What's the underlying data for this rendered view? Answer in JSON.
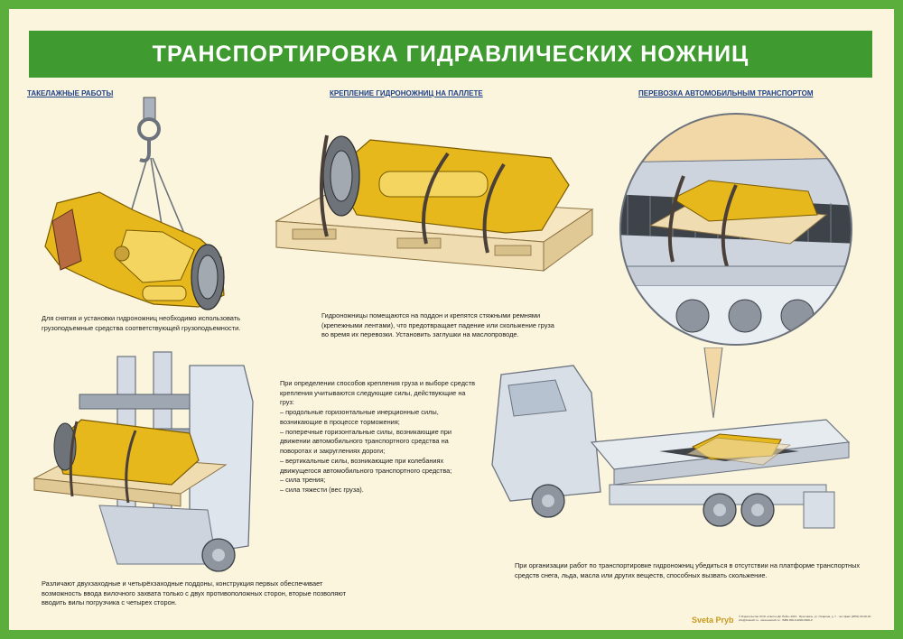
{
  "title": "ТРАНСПОРТИРОВКА ГИДРАВЛИЧЕСКИХ НОЖНИЦ",
  "sections": {
    "rigging": "ТАКЕЛАЖНЫЕ РАБОТЫ",
    "pallet": "КРЕПЛЕНИЕ ГИДРОНОЖНИЦ НА ПАЛЛЕТЕ",
    "truck": "ПЕРЕВОЗКА АВТОМОБИЛЬНЫМ ТРАНСПОРТОМ"
  },
  "texts": {
    "rigging": "Для снятия и установки гидроножниц необходимо использовать грузоподъемные средства соответствующей грузоподъемности.",
    "pallet": "Гидроножницы помещаются на поддон и крепятся стяжными ремнями (крепежными лентами), что предотвращает падение или скольжение груза во время их перевозки. Установить заглушки на маслопроводе.",
    "forces": {
      "intro": "При определении способов крепления груза и выборе средств крепления учитываются следующие силы, действующие на груз:",
      "items": [
        "– продольные горизонтальные инерционные силы, возникающие в процессе торможения;",
        "– поперечные горизонтальные силы, возникающие при движении автомобильного транспортного средства на поворотах и закруглениях дороги;",
        "– вертикальные силы, возникающие при колебаниях движущегося автомобильного транспортного средства;",
        "– сила трения;",
        "– сила тяжести (вес груза)."
      ]
    },
    "forklift": "Различают двухзаходные и четырёхзаходные поддоны, конструкция первых обеспечивает возможность ввода вилочного захвата только с двух противоположных сторон, вторые позволяют вводить вилы погрузчика с четырех сторон.",
    "truck": "При организации работ по транспортировке гидроножниц убедиться в отсутствии на платформе транспортных средств снега, льда, масла или других веществ, способных вызвать скольжение."
  },
  "footer": {
    "brand": "Sveta Pryb",
    "fine_print": "© Издательство ООО «Светоч-Дл Пейп» 2016 · Ярославль, ул. Гагарина, д. 7 · тел./факс (4852) 00-00-00 · info@svetoch.ru · www.svetoch.ru · ISBN 000-0-0000-0000-0"
  },
  "colors": {
    "frame": "#5cae3c",
    "title_bar": "#3f9a2f",
    "background": "#fbf5de",
    "machine": "#e6b81c",
    "pallet": "#efdcb0",
    "vehicle": "#d4dbe4",
    "section_heading": "#1d3f8a"
  }
}
